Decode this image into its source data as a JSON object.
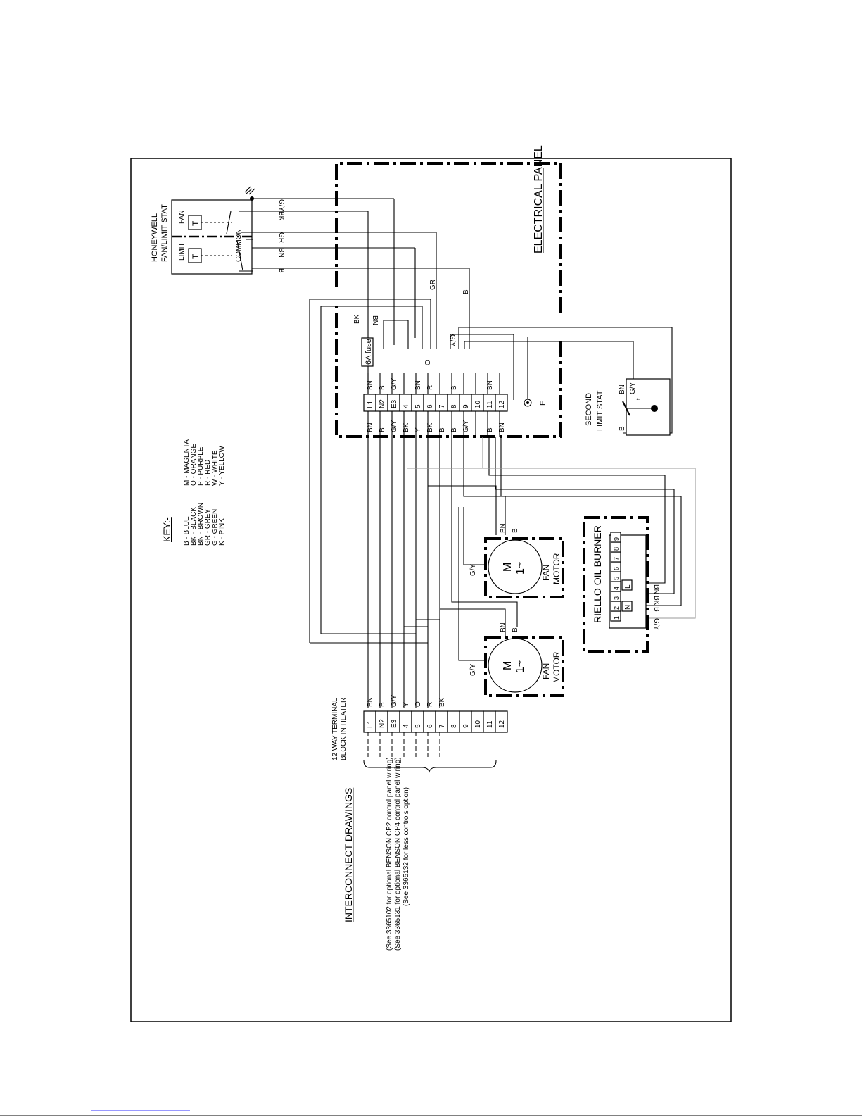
{
  "frame_title": "ELECTRICAL PANEL",
  "stat": {
    "title_1": "HONEYWELL",
    "title_2": "FAN/LIMIT STAT",
    "fan": "FAN",
    "limit": "LIMIT",
    "common": "COMMON",
    "t_label": "T"
  },
  "key": {
    "heading": "KEY:-",
    "col1": [
      "B - BLUE",
      "BK - BLACK",
      "BN - BROWN",
      "GR - GREY",
      "G - GREEN",
      "K - PINK"
    ],
    "col2": [
      "M - MAGENTA",
      "O - ORANGE",
      "P - PURPLE",
      "R - RED",
      "W - WHITE",
      "Y - YELLOW"
    ]
  },
  "terminals": [
    "L1",
    "N2",
    "E3",
    "4",
    "5",
    "6",
    "7",
    "8",
    "9",
    "10",
    "11",
    "12"
  ],
  "panel_top_wires": [
    "BN",
    "B",
    "G/Y",
    "",
    "BN",
    "R",
    "",
    "B",
    "",
    "",
    "BN",
    ""
  ],
  "panel_bottom_wires": [
    "BN",
    "B",
    "G/Y",
    "BK",
    "Y",
    "BK",
    "B",
    "B",
    "G/Y",
    "",
    "B",
    "BN"
  ],
  "heater_block_wires": [
    "BN",
    "B",
    "G/Y",
    "Y",
    "O",
    "R",
    "BK"
  ],
  "heater_block": {
    "line1": "12 WAY TERMINAL",
    "line2": "BLOCK IN HEATER"
  },
  "fuse": "6A fuse",
  "earth": "E",
  "second_stat": {
    "line1": "SECOND",
    "line2": "LIMIT STAT",
    "t_symbol": "t"
  },
  "fan_motor": {
    "m": "M",
    "phase": "1~",
    "line1": "FAN",
    "line2": "MOTOR"
  },
  "burner": {
    "title": "RIELLO OIL BURNER",
    "pins": [
      "1",
      "2",
      "3",
      "4",
      "5",
      "6",
      "7",
      "8",
      "9"
    ],
    "l": "L",
    "n": "N"
  },
  "wire_labels": {
    "gy": "G/Y",
    "bk": "BK",
    "gr": "GR",
    "bn": "BN",
    "b": "B",
    "o": "O"
  },
  "interconnect": {
    "title": "INTERCONNECT DRAWINGS",
    "lines": [
      "(See 3365102 for optional BENSON CP2 control panel wiring)",
      "(See 3365131 for optional BENSON CP4 control panel wiring)",
      "(See 3365132 for less controls option)"
    ]
  }
}
